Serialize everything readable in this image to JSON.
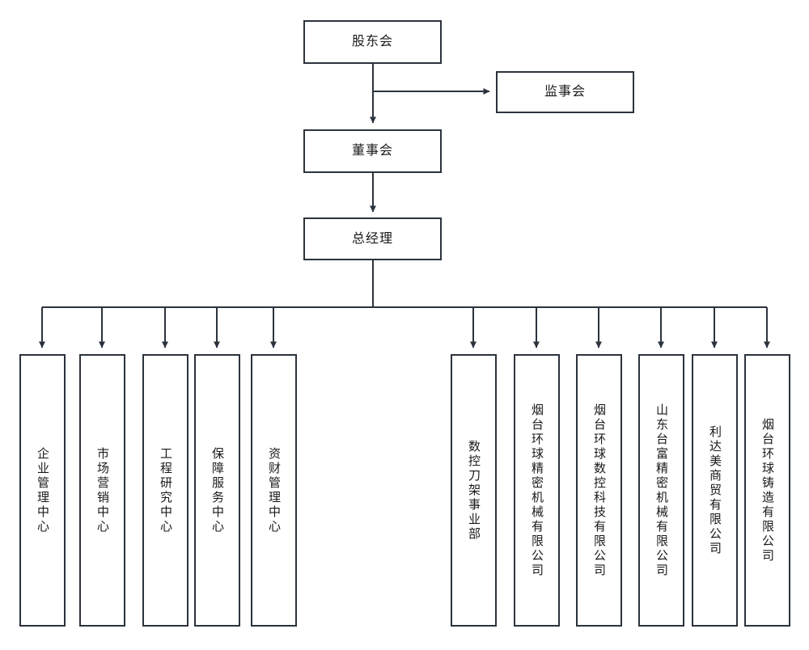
{
  "diagram": {
    "type": "organization-chart",
    "orientation": "top-down",
    "background_color": "#ffffff",
    "border_color": "#2b333d",
    "text_color": "#1a1a1a",
    "connector_color": "#2b333d"
  },
  "nodes": {
    "shareholders": {
      "label": "股东会",
      "level": 1
    },
    "supervisors": {
      "label": "监事会",
      "level": 1
    },
    "board": {
      "label": "董事会",
      "level": 2
    },
    "general_manager": {
      "label": "总经理",
      "level": 3
    }
  },
  "departments": [
    {
      "label": "企业管理中心"
    },
    {
      "label": "市场营销中心"
    },
    {
      "label": "工程研究中心"
    },
    {
      "label": "保障服务中心"
    },
    {
      "label": "资财管理中心"
    }
  ],
  "subsidiaries": [
    {
      "label": "数控刀架事业部"
    },
    {
      "label": "烟台环球精密机械有限公司"
    },
    {
      "label": "烟台环球数控科技有限公司"
    },
    {
      "label": "山东台富精密机械有限公司"
    },
    {
      "label": "利达美商贸有限公司"
    },
    {
      "label": "烟台环球铸造有限公司"
    }
  ]
}
